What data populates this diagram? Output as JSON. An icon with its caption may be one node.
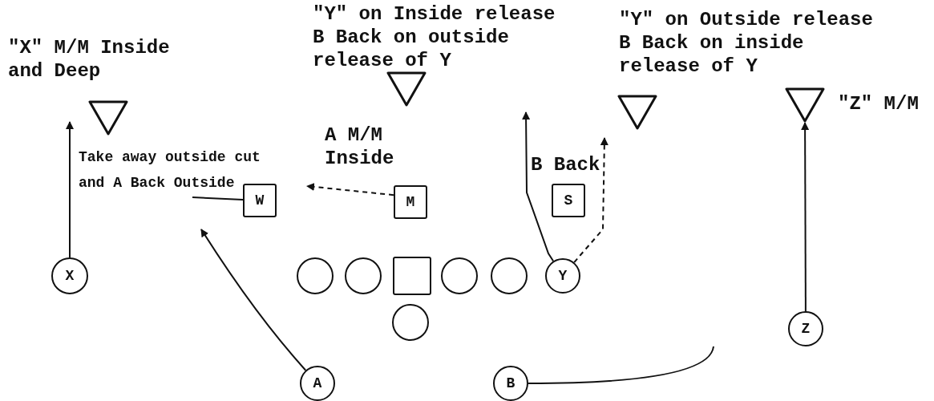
{
  "diagram": {
    "nodes": [
      {
        "text": [],
        "shape": "triangle"
      },
      {
        "text": [],
        "shape": "triangle"
      },
      {
        "text": [],
        "shape": "triangle"
      },
      {
        "text": [],
        "shape": "triangle",
        "beside": [
          "\"Z\" M/M"
        ]
      },
      {
        "text": [
          "W"
        ]
      },
      {
        "text": [
          "M"
        ]
      },
      {
        "text": [
          "S"
        ]
      },
      {
        "text": [
          "X"
        ]
      },
      {
        "text": [],
        "shape": "circle"
      },
      {
        "text": [],
        "shape": "circle"
      },
      {
        "text": [],
        "shape": "box"
      },
      {
        "text": [],
        "shape": "circle"
      },
      {
        "text": [],
        "shape": "circle"
      },
      {
        "text": [
          "Y"
        ]
      },
      {
        "text": [],
        "shape": "circle"
      },
      {
        "text": [
          "Z"
        ]
      },
      {
        "text": [
          "A"
        ]
      },
      {
        "text": [
          "B"
        ]
      }
    ],
    "edges": [
      {
        "from": 7,
        "to": null,
        "arrow": "to"
      },
      {
        "from": 16,
        "to": null,
        "arrow": "to"
      },
      {
        "from": 17,
        "to": null,
        "arrow": "none"
      },
      {
        "from": 13,
        "to": null,
        "arrow": "to"
      },
      {
        "from": 13,
        "to": null,
        "arrow": "to",
        "style": "dashed"
      },
      {
        "from": 15,
        "to": 3,
        "arrow": "to"
      },
      {
        "from": 5,
        "to": null,
        "arrow": "to",
        "style": "dashed"
      },
      {
        "from": 4,
        "to": null,
        "arrow": "none"
      }
    ],
    "labels": [
      "\"Y\" on Inside release B Back on outside release of Y",
      "\"Y\" on Outside release B Back on inside release of Y",
      "\"X\" M/M Inside and Deep",
      "A M/M Inside",
      "Take away outside cut and A Back Outside",
      "B Back"
    ]
  }
}
